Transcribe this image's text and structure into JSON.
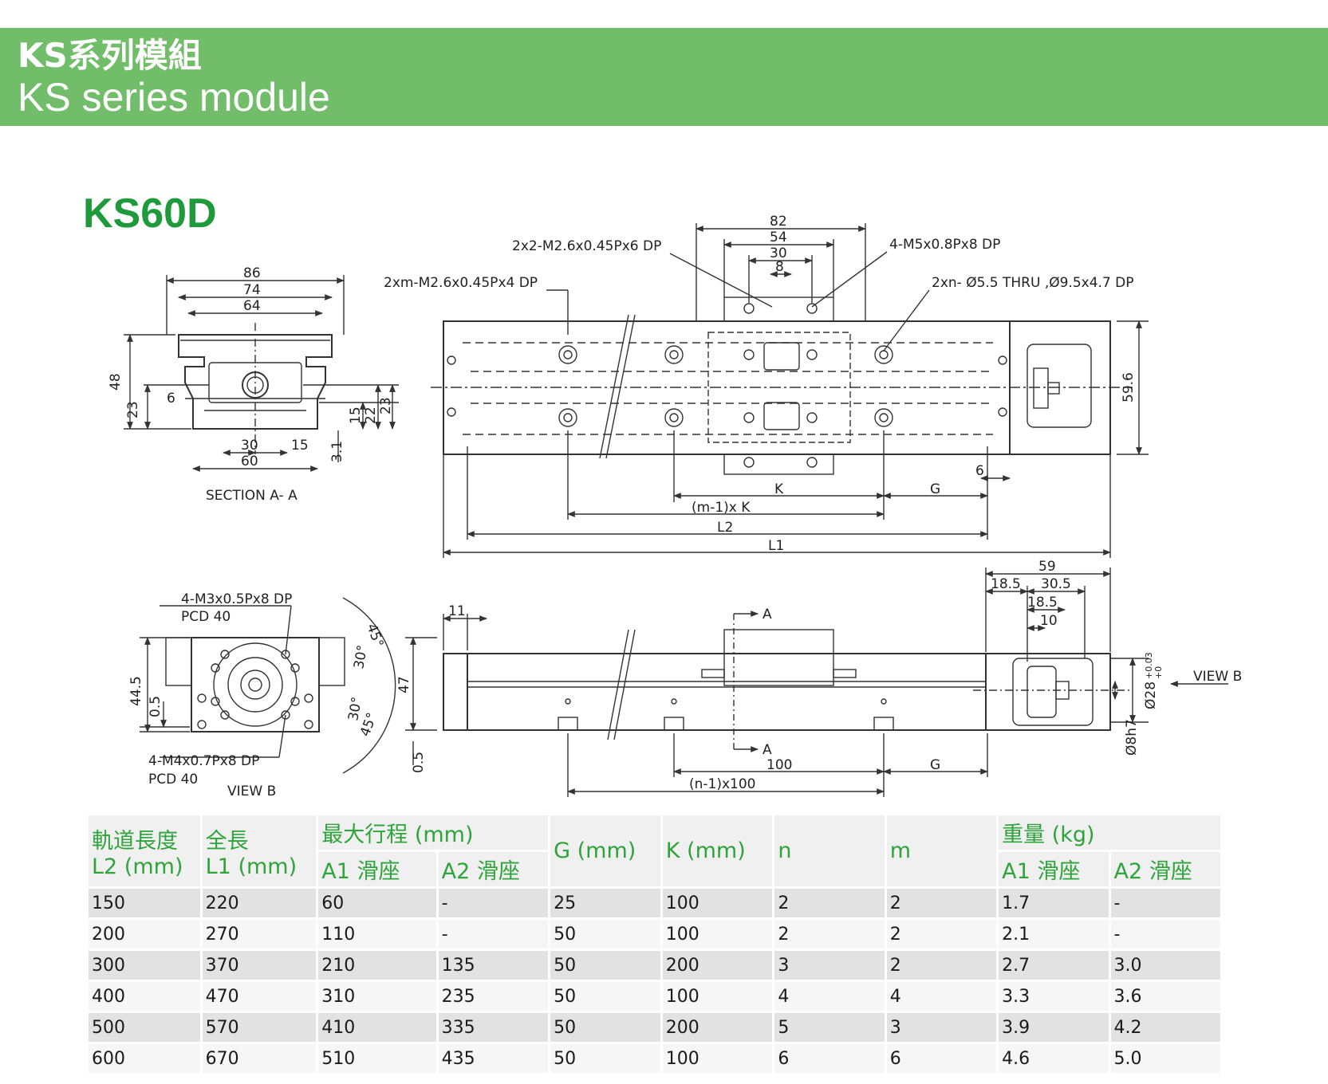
{
  "header": {
    "title_zh": "KS系列模組",
    "title_en": "KS series module"
  },
  "model": "KS60D",
  "drawing": {
    "section": {
      "title": "SECTION A-  A",
      "dims": {
        "w86": "86",
        "w74": "74",
        "w64": "64",
        "h48": "48",
        "h23l": "23",
        "w6": "6",
        "h15": "15",
        "h22": "22",
        "h23r": "23",
        "w30": "30",
        "w15": "15",
        "w60": "60",
        "h31": "3.1"
      }
    },
    "top_view": {
      "callouts": {
        "m26x6": "2x2-M2.6x0.45Px6 DP",
        "m26x4": "2xm-M2.6x0.45Px4 DP",
        "m5": "4-M5x0.8Px8 DP",
        "thru": "2xn- Ø5.5 THRU  ,Ø9.5x4.7 DP"
      },
      "dims": {
        "d82": "82",
        "d54": "54",
        "d30": "30",
        "d8": "8",
        "h596": "59.6",
        "d6": "6",
        "K": "K",
        "G": "G",
        "mK": "(m-1)x K",
        "L2": "L2",
        "L1": "L1"
      }
    },
    "view_b": {
      "title": "VIEW  B",
      "callout_top": "4-M3x0.5Px8 DP",
      "pcd_top": "PCD 40",
      "callout_bot": "4-M4x0.7Px8 DP",
      "pcd_bot": "PCD 40",
      "dims": {
        "h445": "44.5",
        "h05": "0.5",
        "a45a": "45°",
        "a30a": "30°",
        "a30b": "30°",
        "a45b": "45°"
      }
    },
    "side_view": {
      "dims": {
        "d11": "11",
        "h47": "47",
        "h05": "0.5",
        "A1": "A",
        "A2": "A",
        "d100": "100",
        "n100": "(n-1)x100",
        "G": "G",
        "d59": "59",
        "d185a": "18.5",
        "d305": "30.5",
        "d185b": "18.5",
        "d10": "10",
        "d28": "Ø28",
        "tol": "+0.03",
        "tol0": "+0",
        "d8h7": "Ø8h7",
        "viewb": "VIEW  B"
      }
    }
  },
  "table": {
    "headers": {
      "rail_zh": "軌道長度",
      "rail_unit": "L2 (mm)",
      "total_zh": "全長",
      "total_unit": "L1 (mm)",
      "stroke": "最大行程 (mm)",
      "a1": "A1 滑座",
      "a2": "A2 滑座",
      "g": "G (mm)",
      "k": "K (mm)",
      "n": "n",
      "m": "m",
      "weight": "重量 (kg)",
      "wa1": "A1 滑座",
      "wa2": "A2 滑座"
    },
    "rows": [
      [
        "150",
        "220",
        "60",
        "-",
        "25",
        "100",
        "2",
        "2",
        "1.7",
        "-"
      ],
      [
        "200",
        "270",
        "110",
        "-",
        "50",
        "100",
        "2",
        "2",
        "2.1",
        "-"
      ],
      [
        "300",
        "370",
        "210",
        "135",
        "50",
        "200",
        "3",
        "2",
        "2.7",
        "3.0"
      ],
      [
        "400",
        "470",
        "310",
        "235",
        "50",
        "100",
        "4",
        "4",
        "3.3",
        "3.6"
      ],
      [
        "500",
        "570",
        "410",
        "335",
        "50",
        "200",
        "5",
        "3",
        "3.9",
        "4.2"
      ],
      [
        "600",
        "670",
        "510",
        "435",
        "50",
        "100",
        "6",
        "6",
        "4.6",
        "5.0"
      ]
    ]
  }
}
